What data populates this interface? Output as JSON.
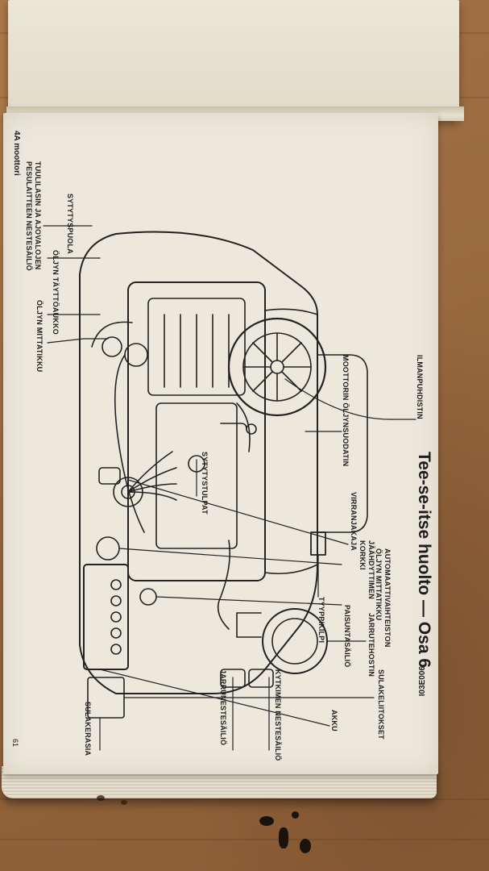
{
  "page": {
    "title": "Tee-se-itse huolto — Osa 6",
    "section": "4A moottori",
    "code": "I03E006",
    "page_number": "61"
  },
  "labels": {
    "ilmanpuhdistin": "ILMANPUHDISTIN",
    "oljyn_mittatikku": "ÖLJYN MITTATIKKU",
    "oljyn_tayttoaukko": "ÖLJYN TÄYTTÖAUKKO",
    "sytytyspuola": "SYTYTYSPUOLA",
    "tuulilasi_1": "TUULILASIN JA AJOVALOJEN",
    "tuulilasi_2": "PESULAITTEEN NESTESÄILIÖ",
    "moottorin_oljynsuodatin": "MOOTTORIN ÖLJYNSUODATIN",
    "sytytystulpat": "SYTYTYSTULPAT",
    "tyyppikilpi": "TYYPPIKILPI",
    "virranjakaja": "VIRRANJAKAJA",
    "jaahdyttimen_1": "JÄÄHDYTTIMEN",
    "jaahdyttimen_2": "KORKKI",
    "automaatti_1": "AUTOMAATTIVAIHTEISTON",
    "automaatti_2": "ÖLJYN MITTATIKKU",
    "paisuntasailio": "PAISUNTASÄILIÖ",
    "jarrutehostin": "JARRUTEHOSTIN",
    "akku": "AKKU",
    "sulakelitokset": "SULAKELIITOKSET",
    "kytkimen": "KYTKIMEN NESTESÄILIÖ",
    "jarrunestesailio": "JARRUNESTESÄILIÖ",
    "sulakerasia": "SULAKERASIA"
  }
}
